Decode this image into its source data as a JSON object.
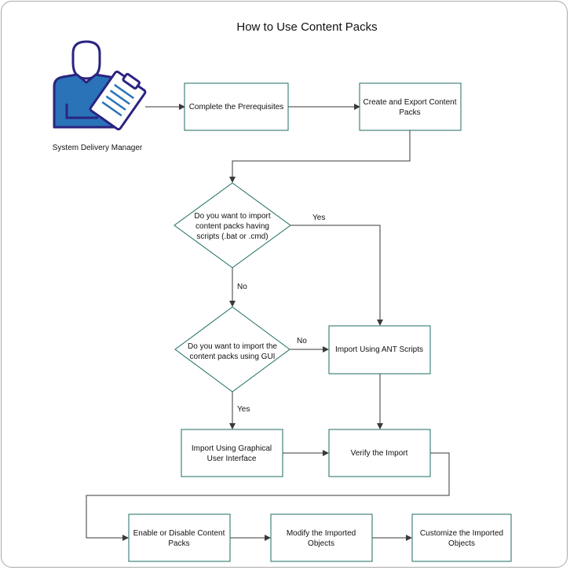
{
  "title": "How to Use Content Packs",
  "actor": {
    "label": "System Delivery Manager",
    "icon": "user-clipboard-icon"
  },
  "nodes": {
    "prereq": "Complete the Prerequisites",
    "create_export": [
      "Create and Export Content",
      "Packs"
    ],
    "q_scripts": [
      "Do you want to import",
      "content packs having",
      "scripts (.bat or .cmd)"
    ],
    "q_gui": [
      "Do you want to import the",
      "content packs using GUI"
    ],
    "import_ant": "Import Using ANT Scripts",
    "import_gui": [
      "Import Using Graphical",
      "User Interface"
    ],
    "verify": "Verify the Import",
    "enable_disable": [
      "Enable or Disable Content",
      "Packs"
    ],
    "modify": [
      "Modify the Imported",
      "Objects"
    ],
    "customize": [
      "Customize the Imported",
      "Objects"
    ]
  },
  "edges": {
    "yes": "Yes",
    "no": "No"
  },
  "colors": {
    "node_border": "#1e6b63",
    "icon_stroke": "#2b2480",
    "icon_fill": "#2a73b8",
    "connector": "#3a3a3a"
  }
}
